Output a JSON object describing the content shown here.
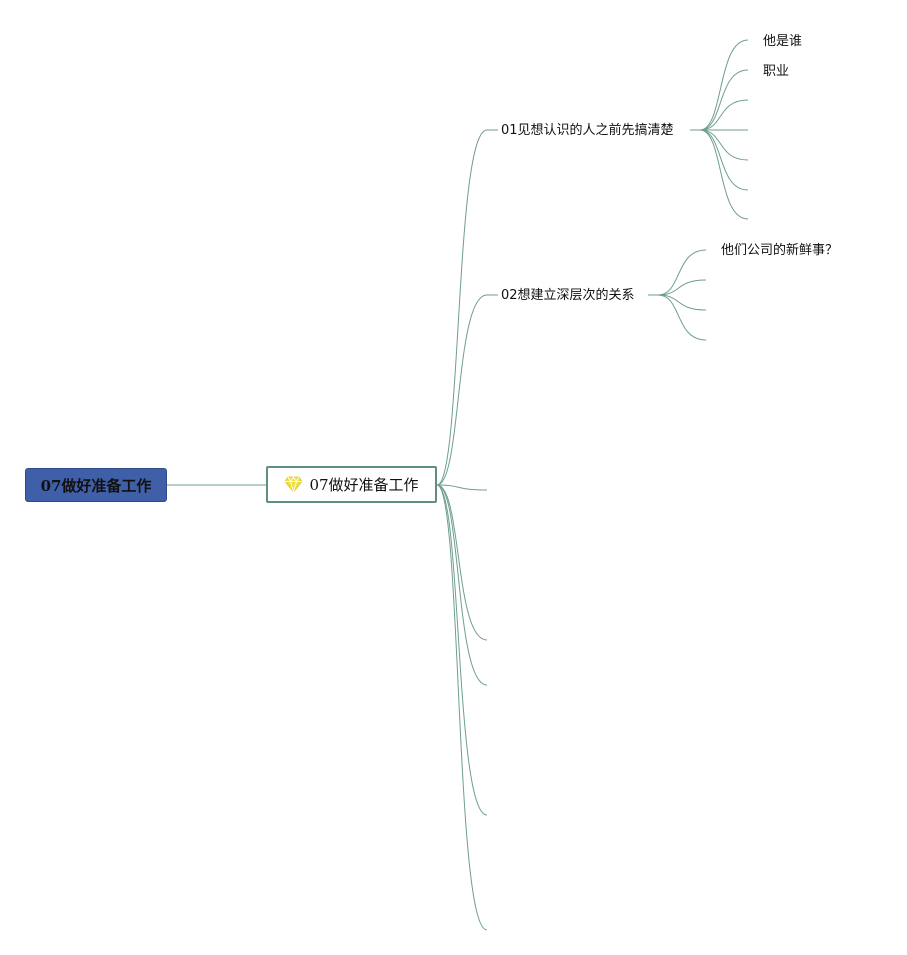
{
  "root": {
    "label": "07做好准备工作"
  },
  "center": {
    "label": "07做好准备工作",
    "icon": "diamond-icon"
  },
  "branches": [
    {
      "label": "01见想认识的人之前先搞清楚",
      "children": [
        "他是谁",
        "职业",
        "",
        "",
        "",
        "",
        ""
      ]
    },
    {
      "label": "02想建立深层次的关系",
      "children": [
        "他们公司的新鲜事？",
        "",
        "",
        ""
      ]
    },
    {
      "label": "",
      "children": []
    },
    {
      "label": "",
      "children": []
    },
    {
      "label": "",
      "children": []
    },
    {
      "label": "",
      "children": []
    },
    {
      "label": "",
      "children": []
    }
  ],
  "colors": {
    "line": "#6f9e90",
    "root_fill": "#3f5fa8",
    "center_border": "#5f8f84",
    "gem": "#f2df3a"
  }
}
